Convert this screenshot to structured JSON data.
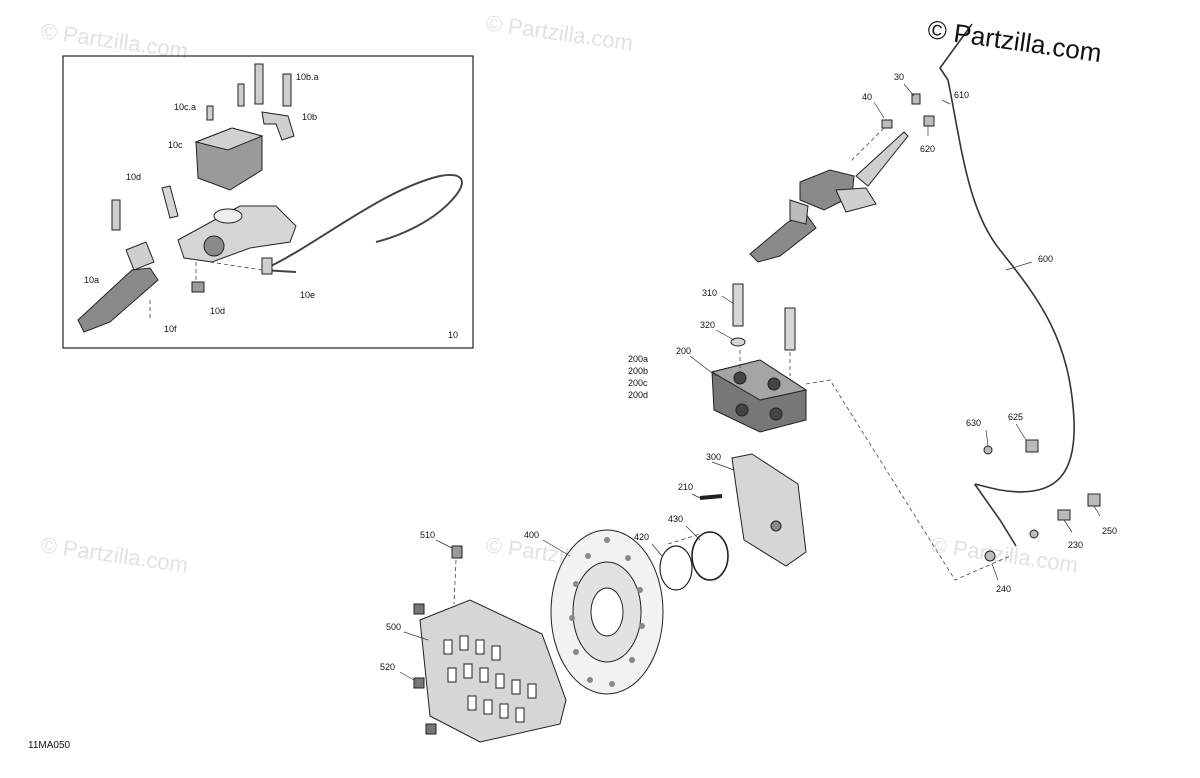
{
  "brand": {
    "symbol": "©",
    "name": "Partzilla.com"
  },
  "watermark_text": "© Partzilla.com",
  "diagram_code": "11MA050",
  "inset": {
    "group_label": "10",
    "labels": [
      "10a",
      "10b",
      "10b.a",
      "10c",
      "10c.a",
      "10d",
      "10d",
      "10e",
      "10f"
    ]
  },
  "callouts": {
    "c30": "30",
    "c40": "40",
    "c610": "610",
    "c620": "620",
    "c600": "600",
    "c310": "310",
    "c320": "320",
    "c200": "200",
    "c200a": "200a",
    "c200b": "200b",
    "c200c": "200c",
    "c200d": "200d",
    "c300": "300",
    "c210": "210",
    "c430": "430",
    "c420": "420",
    "c400": "400",
    "c510": "510",
    "c500": "500",
    "c520": "520",
    "c630": "630",
    "c625": "625",
    "c250": "250",
    "c230": "230",
    "c240": "240"
  },
  "colors": {
    "line": "#222222",
    "part_dark": "#555555",
    "part_mid": "#9a9a9a",
    "part_light": "#d6d6d6",
    "watermark": "#e2e2e2"
  }
}
